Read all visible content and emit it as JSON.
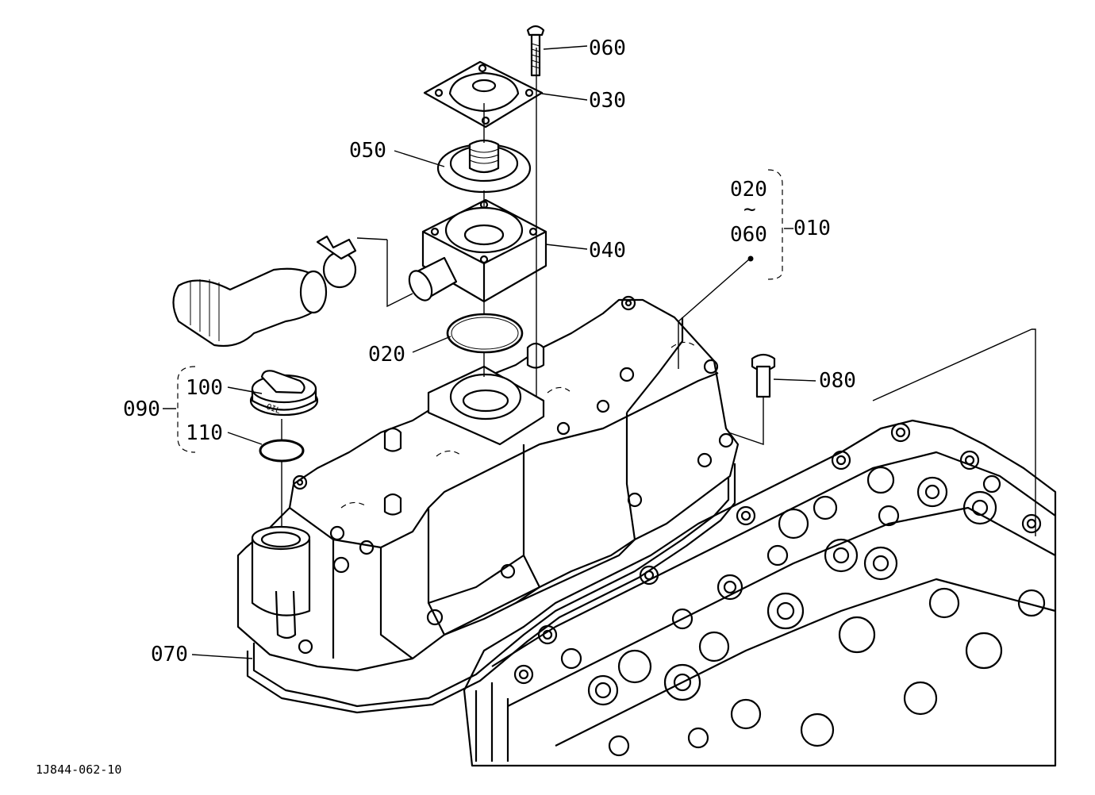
{
  "diagram": {
    "ref_code": "1J844-062-10",
    "callouts": {
      "c060": "060",
      "c030": "030",
      "c050": "050",
      "c040": "040",
      "c020": "020",
      "c010": "010",
      "group_from": "020",
      "group_tilde": "~",
      "group_to": "060",
      "c080": "080",
      "c100": "100",
      "c090": "090",
      "c110": "110",
      "c070": "070"
    }
  }
}
